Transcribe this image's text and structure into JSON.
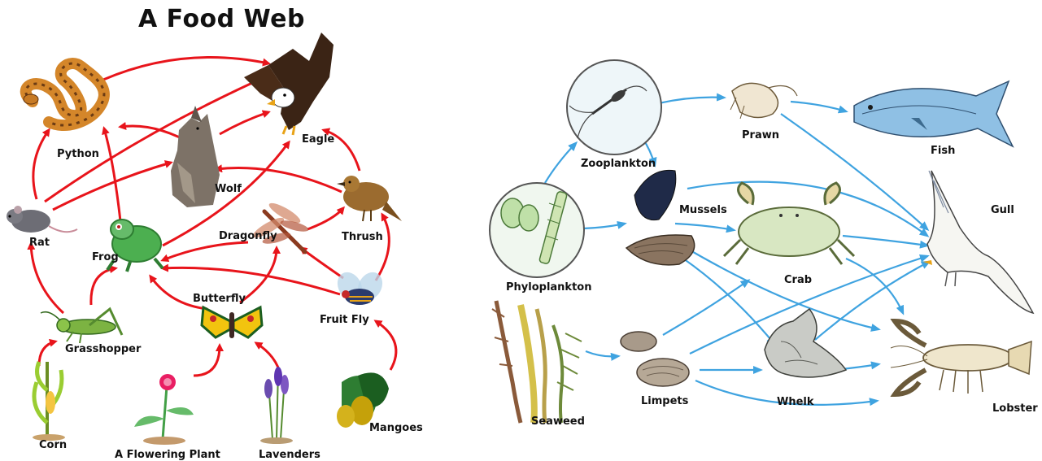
{
  "left_web": {
    "title": "A Food Web",
    "arrow_color": "#e8141b",
    "labels": {
      "python": "Python",
      "eagle": "Eagle",
      "wolf": "Wolf",
      "rat": "Rat",
      "frog": "Frog",
      "dragonfly": "Dragonfly",
      "thrush": "Thrush",
      "butterfly": "Butterfly",
      "fruit_fly": "Fruit Fly",
      "grasshopper": "Grasshopper",
      "corn": "Corn",
      "flowering_plant": "A Flowering Plant",
      "lavenders": "Lavenders",
      "mangoes": "Mangoes"
    }
  },
  "right_web": {
    "arrow_color": "#3fa3e0",
    "labels": {
      "zooplankton": "Zooplankton",
      "prawn": "Prawn",
      "fish": "Fish",
      "mussels": "Mussels",
      "gull": "Gull",
      "phyloplankton": "Phyloplankton",
      "crab": "Crab",
      "seaweed": "Seaweed",
      "limpets": "Limpets",
      "whelk": "Whelk",
      "lobster": "Lobster"
    }
  }
}
